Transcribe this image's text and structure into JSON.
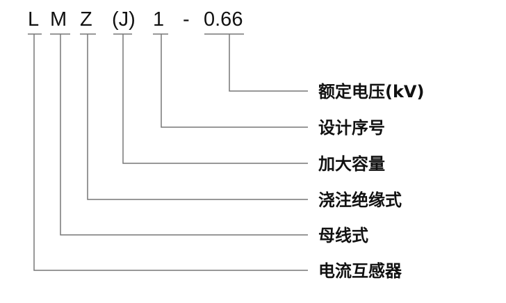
{
  "model_code": {
    "parts": [
      "L",
      "M",
      "Z",
      "(J)",
      "1",
      "-",
      "0.66"
    ]
  },
  "meanings": [
    "额定电压(kV)",
    "设计序号",
    "加大容量",
    "浇注绝缘式",
    "母线式",
    "电流互感器"
  ]
}
